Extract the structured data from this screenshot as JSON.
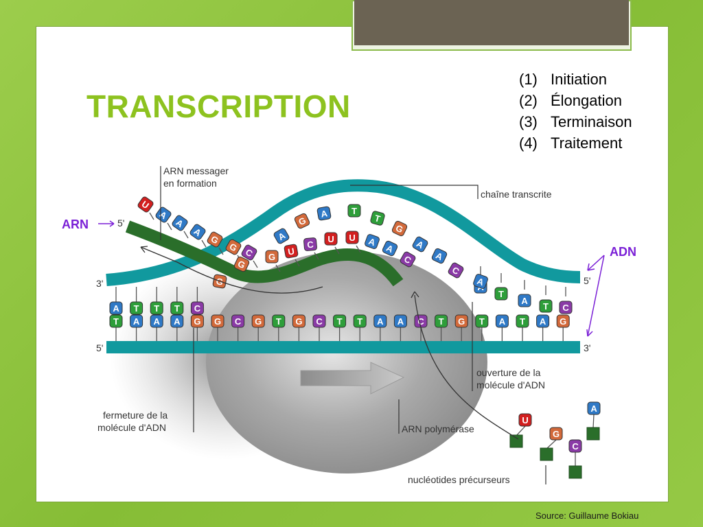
{
  "title": "TRANSCRIPTION",
  "steps": [
    {
      "num": "(1)",
      "label": "Initiation"
    },
    {
      "num": "(2)",
      "label": "Élongation"
    },
    {
      "num": "(3)",
      "label": "Terminaison"
    },
    {
      "num": "(4)",
      "label": "Traitement"
    }
  ],
  "labels": {
    "arn": "ARN",
    "adn": "ADN",
    "arn_messager_1": "ARN messager",
    "arn_messager_2": "en formation",
    "chaine_transcrite": "chaîne transcrite",
    "ouverture_1": "ouverture de la",
    "ouverture_2": "molécule d'ADN",
    "fermeture_1": "fermeture de la",
    "fermeture_2": "molécule d'ADN",
    "polymerase": "ARN polymérase",
    "nucleotides": "nucléotides précurseurs",
    "five_prime": "5'",
    "three_prime": "3'"
  },
  "sequences": {
    "upper_row": [
      "A",
      "T",
      "T",
      "T",
      "C"
    ],
    "lower_row": [
      "T",
      "A",
      "A",
      "A",
      "G",
      "G",
      "C",
      "G",
      "T",
      "G",
      "C",
      "T",
      "T",
      "A",
      "A",
      "C",
      "T",
      "G",
      "T",
      "A",
      "T",
      "A",
      "G"
    ],
    "right_upper_row": [
      "A",
      "T",
      "A",
      "T",
      "C"
    ],
    "template_arc": [
      "A",
      "G",
      "A",
      "T",
      "T",
      "G",
      "A",
      "C"
    ],
    "rna_strand": [
      "U",
      "A",
      "A",
      "A",
      "G",
      "G",
      "C",
      "G",
      "U",
      "C",
      "U",
      "U"
    ],
    "rna_inner": [
      "A",
      "A",
      "C"
    ],
    "precursors": [
      "U",
      "G",
      "C",
      "A"
    ]
  },
  "colors": {
    "A": "#2f79c6",
    "T": "#2e9e3a",
    "G": "#d2693a",
    "C": "#8a3aa6",
    "U": "#d21f1f",
    "dna_strand": "#11999e",
    "rna_strand": "#2a6e2a",
    "title": "#8dc21f",
    "accent": "#7a1fd6"
  },
  "source": "Source: Guillaume Bokiau"
}
